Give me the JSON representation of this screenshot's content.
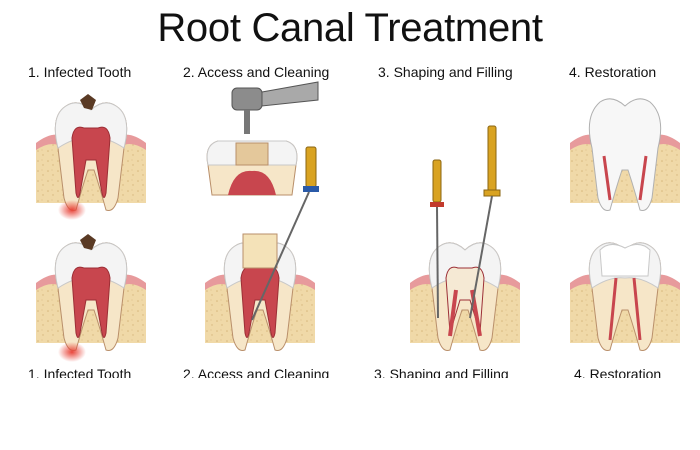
{
  "title": "Root Canal Treatment",
  "steps": [
    {
      "label": "1. Infected Tooth"
    },
    {
      "label": "2. Access and Cleaning"
    },
    {
      "label": "3. Shaping and Filling"
    },
    {
      "label": "4. Restoration"
    }
  ],
  "colors": {
    "enamel": "#f4f4f4",
    "dentin": "#f6e6c8",
    "pulp": "#c8464e",
    "gum": "#e79a9c",
    "bone": "#f0d9a8",
    "file_gold": "#d9a322",
    "file_red": "#c23a2c",
    "decay": "#5a3a24"
  },
  "icons": [
    "dental-drill-icon",
    "endodontic-file-icon",
    "crown-icon"
  ]
}
